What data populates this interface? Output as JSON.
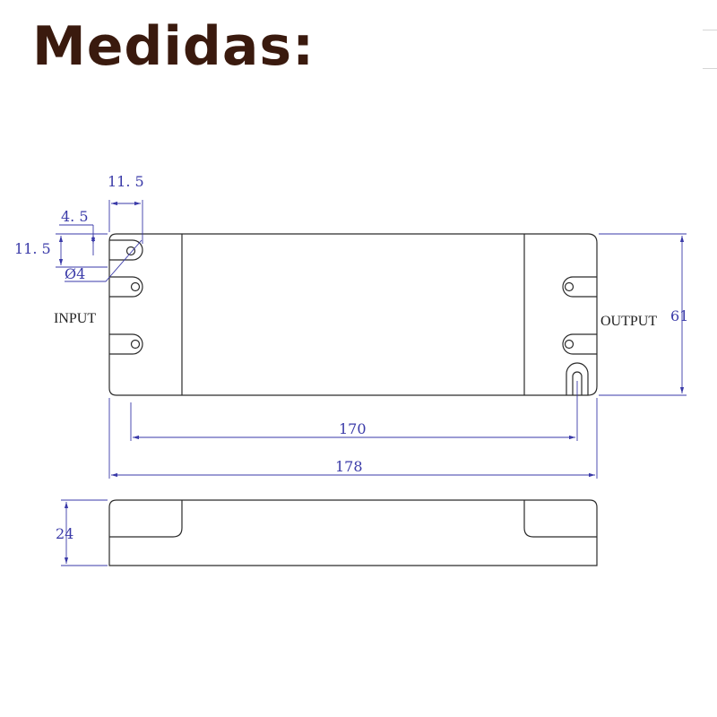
{
  "title": "Medidas:",
  "colors": {
    "title": "#3a1a0e",
    "outline": "#2b2b2b",
    "dimension": "#3a3aa8"
  },
  "labels": {
    "input": "INPUT",
    "output": "OUTPUT"
  },
  "dimensions": {
    "mount_offset": "11. 5",
    "slot_offset": "4. 5",
    "hole_height": "11. 5",
    "hole_diameter": "Ø4",
    "hole_spacing": "170",
    "length": "178",
    "width": "61",
    "height": "24"
  }
}
